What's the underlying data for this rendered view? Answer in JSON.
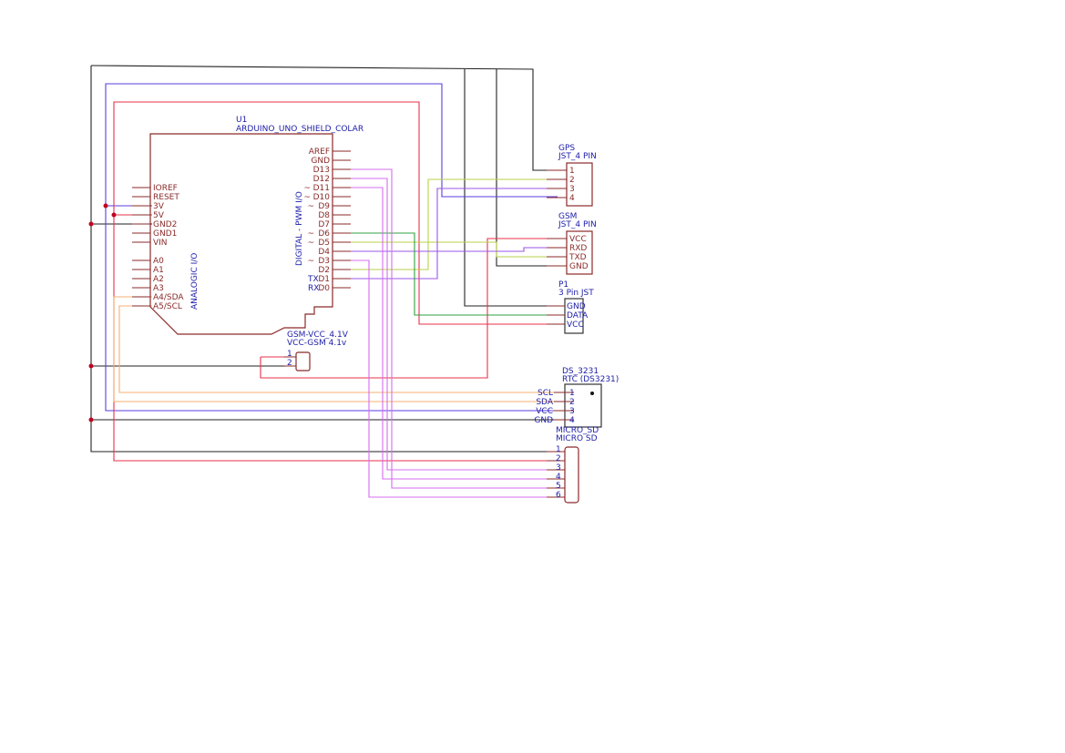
{
  "arduino": {
    "ref": "U1",
    "value": "ARDUINO_UNO_SHIELD_COLAR",
    "left_pins": [
      "IOREF",
      "RESET",
      "3V",
      "5V",
      "GND2",
      "GND1",
      "VIN",
      "A0",
      "A1",
      "A2",
      "A3",
      "A4/SDA",
      "A5/SCL"
    ],
    "right_pins": [
      {
        "mark": "",
        "label": "AREF"
      },
      {
        "mark": "",
        "label": "GND"
      },
      {
        "mark": "",
        "label": "D13"
      },
      {
        "mark": "",
        "label": "D12"
      },
      {
        "mark": "~",
        "label": "D11"
      },
      {
        "mark": "~",
        "label": "D10"
      },
      {
        "mark": "~",
        "label": "D9"
      },
      {
        "mark": "",
        "label": "D8"
      },
      {
        "mark": "",
        "label": "D7"
      },
      {
        "mark": "~",
        "label": "D6"
      },
      {
        "mark": "~",
        "label": "D5"
      },
      {
        "mark": "",
        "label": "D4"
      },
      {
        "mark": "~",
        "label": "D3"
      },
      {
        "mark": "",
        "label": "D2"
      },
      {
        "mark": "TX",
        "label": "D1"
      },
      {
        "mark": "RX",
        "label": "D0"
      }
    ],
    "analog_label": "ANALOGIC I/O",
    "digital_label": "DIGITAL - PWM I/O"
  },
  "gps": {
    "ref": "GPS",
    "value": "JST_4 PIN",
    "pins": [
      "1",
      "2",
      "3",
      "4"
    ]
  },
  "gsm": {
    "ref": "GSM",
    "value": "JST_4 PIN",
    "pins": [
      "VCC",
      "RXD",
      "TXD",
      "GND"
    ]
  },
  "p1": {
    "ref": "P1",
    "value": "3 Pin JST",
    "pins": [
      "GND",
      "DATA",
      "VCC"
    ]
  },
  "gsm_vcc": {
    "ref": "GSM-VCC_4.1V",
    "value": "VCC-GSM 4.1v",
    "pins": [
      "1",
      "2"
    ]
  },
  "rtc": {
    "ref": "DS_3231",
    "value": "RTC (DS3231)",
    "pin_numbers": [
      "1",
      "2",
      "3",
      "4"
    ],
    "net_labels": [
      "SCL",
      "SDA",
      "VCC",
      "GND"
    ]
  },
  "micro_sd": {
    "ref": "MICRO_SD",
    "value": "MICRO SD",
    "pins": [
      "1",
      "2",
      "3",
      "4",
      "5",
      "6"
    ]
  },
  "colors": {
    "component": "#8b2a2a",
    "text_blue": "#1c1ca8",
    "wire_black": "#222222",
    "wire_blue": "#5b3ee0",
    "wire_red": "#e8304a",
    "wire_orange": "#f5b070",
    "wire_yellow": "#b9d24a",
    "wire_purple": "#9c55e8",
    "wire_magenta": "#d46cf0",
    "wire_green": "#30a040"
  }
}
